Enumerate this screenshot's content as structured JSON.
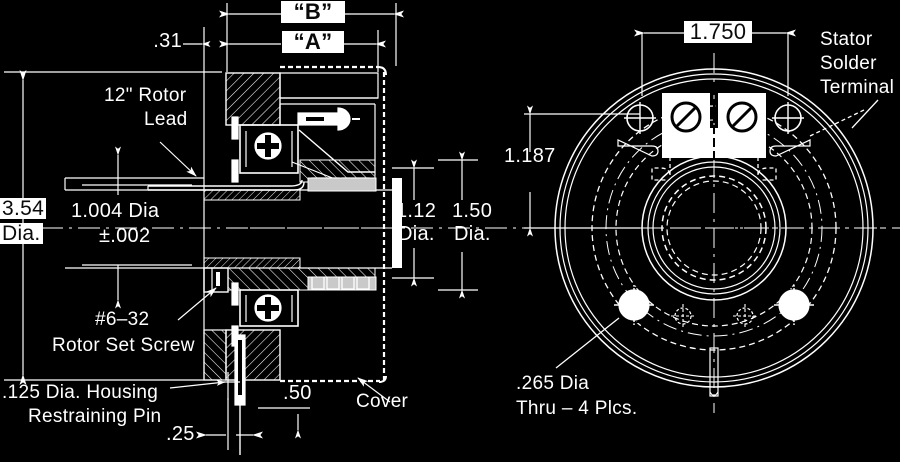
{
  "drawing": {
    "title": "Slip Ring Assembly — Sectional & End View",
    "background_color": "#000000",
    "line_color": "#ffffff",
    "highlight_text_color": "#0a0a0a",
    "highlight_bg_color": "#ffffff"
  },
  "section_view": {
    "dim_b": "“B”",
    "dim_a": "“A”",
    "dim_31": ".31",
    "rotor_lead_l1": "12\" Rotor",
    "rotor_lead_l2": "Lead",
    "dia_354_l1": "3.54",
    "dia_354_l2": "Dia.",
    "bore_dia_l1": "1.004 Dia",
    "bore_dia_l2": "±.002",
    "dia_112_l1": "1.12",
    "dia_112_l2": "Dia.",
    "dia_150_l1": "1.50",
    "dia_150_l2": "Dia.",
    "set_screw_l1": "#6–32",
    "set_screw_l2": "Rotor Set Screw",
    "pin_l1": ".125 Dia. Housing",
    "pin_l2": "Restraining Pin",
    "dim_50": ".50",
    "dim_25": ".25",
    "cover": "Cover"
  },
  "end_view": {
    "dim_1750": "1.750",
    "dim_1187": "1.187",
    "stator_l1": "Stator",
    "stator_l2": "Solder",
    "stator_l3": "Terminal",
    "hole_l1": ".265 Dia",
    "hole_l2": "Thru – 4 Plcs."
  }
}
